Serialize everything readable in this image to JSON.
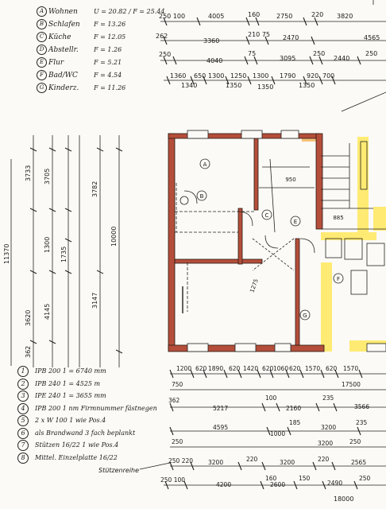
{
  "legend": [
    {
      "key": "A",
      "name": "Wohnen",
      "area": "U = 20.82 / F = 25.44"
    },
    {
      "key": "B",
      "name": "Schlafen",
      "area": "F = 13.26"
    },
    {
      "key": "C",
      "name": "Küche",
      "area": "F = 12.05"
    },
    {
      "key": "D",
      "name": "Abstellr.",
      "area": "F = 1.26"
    },
    {
      "key": "E",
      "name": "Flur",
      "area": "F = 5.21"
    },
    {
      "key": "F",
      "name": "Bad/WC",
      "area": "F = 4.54"
    },
    {
      "key": "G",
      "name": "Kinderz.",
      "area": "F = 11.26"
    }
  ],
  "top_dims": {
    "row1": [
      "250 100",
      "4005",
      "160",
      "2750",
      "220",
      "3820"
    ],
    "row2": [
      "262",
      "3360",
      "210 75",
      "2470",
      "4565"
    ],
    "row3": [
      "250",
      "4040",
      "75",
      "3095",
      "250",
      "2440",
      "250"
    ],
    "row4": [
      "1360",
      "650",
      "1300",
      "1250",
      "1300",
      "1790",
      "920",
      "700"
    ],
    "row5": [
      "1340",
      "1350",
      "1350",
      "1350"
    ]
  },
  "left_dims": [
    "11370",
    "3705",
    "3733",
    "1300",
    "1735",
    "4145",
    "3620",
    "3147",
    "3782",
    "10000",
    "362"
  ],
  "plan_labels": {
    "room_a": "A",
    "room_b": "B",
    "room_c": "C",
    "room_e": "E",
    "room_f": "F",
    "room_g": "G",
    "dim_950": "950",
    "dim_885": "885",
    "dim_1275": "1275"
  },
  "beams": [
    {
      "num": "1",
      "text": "IPB 200   1 = 6740 mm"
    },
    {
      "num": "2",
      "text": "IPB 240   1 = 4525 m"
    },
    {
      "num": "3",
      "text": "IPE 240   1 = 3655 mm"
    },
    {
      "num": "4",
      "text": "IPB 200   1 nm Firmnummer fästnegen"
    },
    {
      "num": "5",
      "text": "2 x W 100   1 wie Pos.4"
    },
    {
      "num": "6",
      "text": "als Brandwand 3 fach beplankt"
    },
    {
      "num": "7",
      "text": "Stützen 16/22   1 wie Pos.4"
    },
    {
      "num": "8",
      "text": "Mittel. Einzelplatte 16/22"
    }
  ],
  "bottom_dims": {
    "row1": [
      "1200",
      "620",
      "1890",
      "620",
      "1420",
      "620",
      "1060",
      "620",
      "1570",
      "620",
      "1570"
    ],
    "row2": [
      "750",
      "17500"
    ],
    "row3": [
      "362",
      "5217",
      "100",
      "2160",
      "235",
      "3566"
    ],
    "row4": [
      "4595",
      "1000",
      "185",
      "3200",
      "235"
    ],
    "row5": [
      "250",
      "3200",
      "250"
    ],
    "row6": [
      "250 220",
      "3200",
      "220",
      "3200",
      "220",
      "2565"
    ],
    "row7": [
      "250 100",
      "4200",
      "160",
      "2600",
      "150",
      "2490",
      "250"
    ],
    "total": "18000"
  },
  "stuetzen_label": "Stützenreihe"
}
